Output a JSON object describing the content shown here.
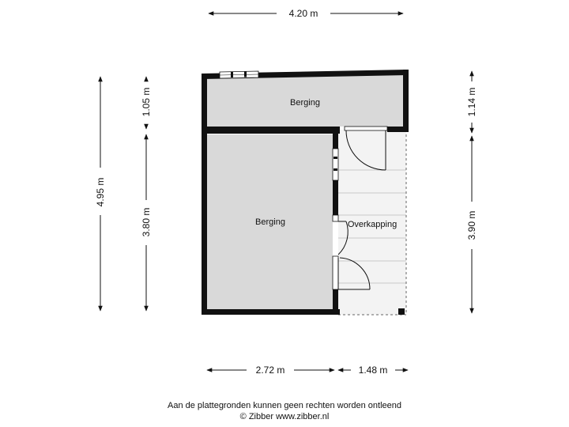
{
  "dimensions": {
    "top_width": "4.20 m",
    "left_total": "4.95 m",
    "left_upper": "1.05 m",
    "left_lower": "3.80 m",
    "right_upper": "1.14 m",
    "right_lower": "3.90 m",
    "bottom_left": "2.72 m",
    "bottom_right": "1.48 m"
  },
  "rooms": {
    "storage_top": "Berging",
    "storage_main": "Berging",
    "canopy": "Overkapping"
  },
  "colors": {
    "wall": "#111111",
    "room_fill": "#d9d9d9",
    "canopy_lines": "#bbbbbb"
  },
  "footer": {
    "disclaimer": "Aan de plattegronden kunnen geen rechten worden ontleend",
    "copyright": "© Zibber www.zibber.nl"
  }
}
